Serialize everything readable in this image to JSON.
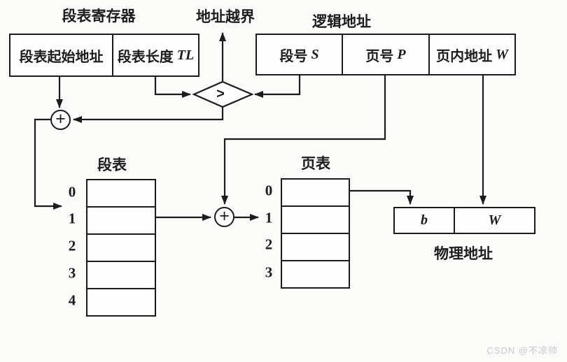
{
  "colors": {
    "line": "#1c1c1c",
    "background": "#fbfbfa",
    "watermark": "#c9c9c9"
  },
  "titles": {
    "segment_register": "段表寄存器",
    "address_overflow": "地址越界",
    "logical_address": "逻辑地址",
    "segment_table": "段表",
    "page_table": "页表",
    "physical_address": "物理地址"
  },
  "symbols": {
    "comparator": ">",
    "adder": "+"
  },
  "segment_register": {
    "cells": [
      {
        "text": "段表起始地址",
        "var": ""
      },
      {
        "text": "段表长度",
        "var": "TL"
      }
    ]
  },
  "logical_address": {
    "cells": [
      {
        "text": "段号",
        "var": "S"
      },
      {
        "text": "页号",
        "var": "P"
      },
      {
        "text": "页内地址",
        "var": "W"
      }
    ]
  },
  "physical_address": {
    "cells": [
      {
        "var": "b"
      },
      {
        "var": "W"
      }
    ]
  },
  "segment_table": {
    "rows": [
      "0",
      "1",
      "2",
      "3",
      "4"
    ]
  },
  "page_table": {
    "rows": [
      "0",
      "1",
      "2",
      "3"
    ]
  },
  "watermark": "CSDN @不凉帅"
}
